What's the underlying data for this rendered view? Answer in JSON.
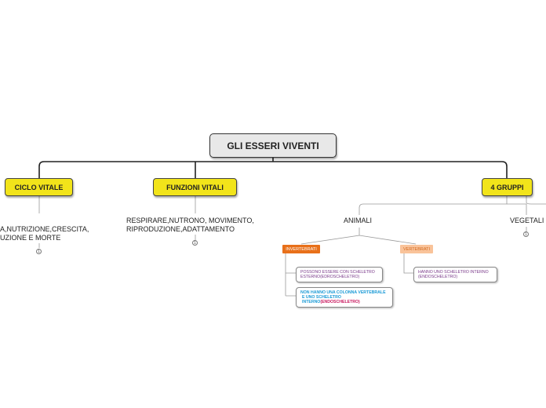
{
  "root": {
    "label": "GLI ESSERI VIVENTI"
  },
  "branches": {
    "ciclo_vitale": {
      "label": "CICLO VITALE",
      "child": [
        "A,NUTRIZIONE,CRESCITA,",
        "UZIONE E MORTE"
      ],
      "badge": "1"
    },
    "funzioni_vitali": {
      "label": "FUNZIONI VITALI",
      "child": [
        "RESPIRARE,NUTRONO, MOVIMENTO,",
        "RIPRODUZIONE,ADATTAMENTO"
      ],
      "badge": "1"
    },
    "gruppi": {
      "label": "4 GRUPPI"
    }
  },
  "animali": {
    "label": "ANIMALI",
    "invertebrati": {
      "label": "INVERTEBRATI",
      "box1": [
        "POSSONO ESSERE CON SCHELETRO",
        "ESTERNO(EDROSCHELETRO)"
      ],
      "box2_line1": "NON HANNO UNA COLONNA VERTEBRALE",
      "box2_line2": "E UNO SCHELETRO",
      "box2_line3a": "INTERNO",
      "box2_line3b": "(ENDOSCHELETRO)"
    },
    "vertebrati": {
      "label": "VERTEBRATI",
      "box1": [
        "HANNO UNO SCHELETRO INTERNO",
        "(ENDOSCHELETRO)"
      ]
    }
  },
  "vegetali": {
    "label": "VEGETALI",
    "badge": "1"
  },
  "colors": {
    "yellow": "#f2e41a",
    "invertebrati": "#e8701a",
    "vertebrati": "#f9c39a",
    "purple_text": "#7a3a8a",
    "blue_text": "#1a9ad6",
    "pink_text": "#c8185e"
  }
}
